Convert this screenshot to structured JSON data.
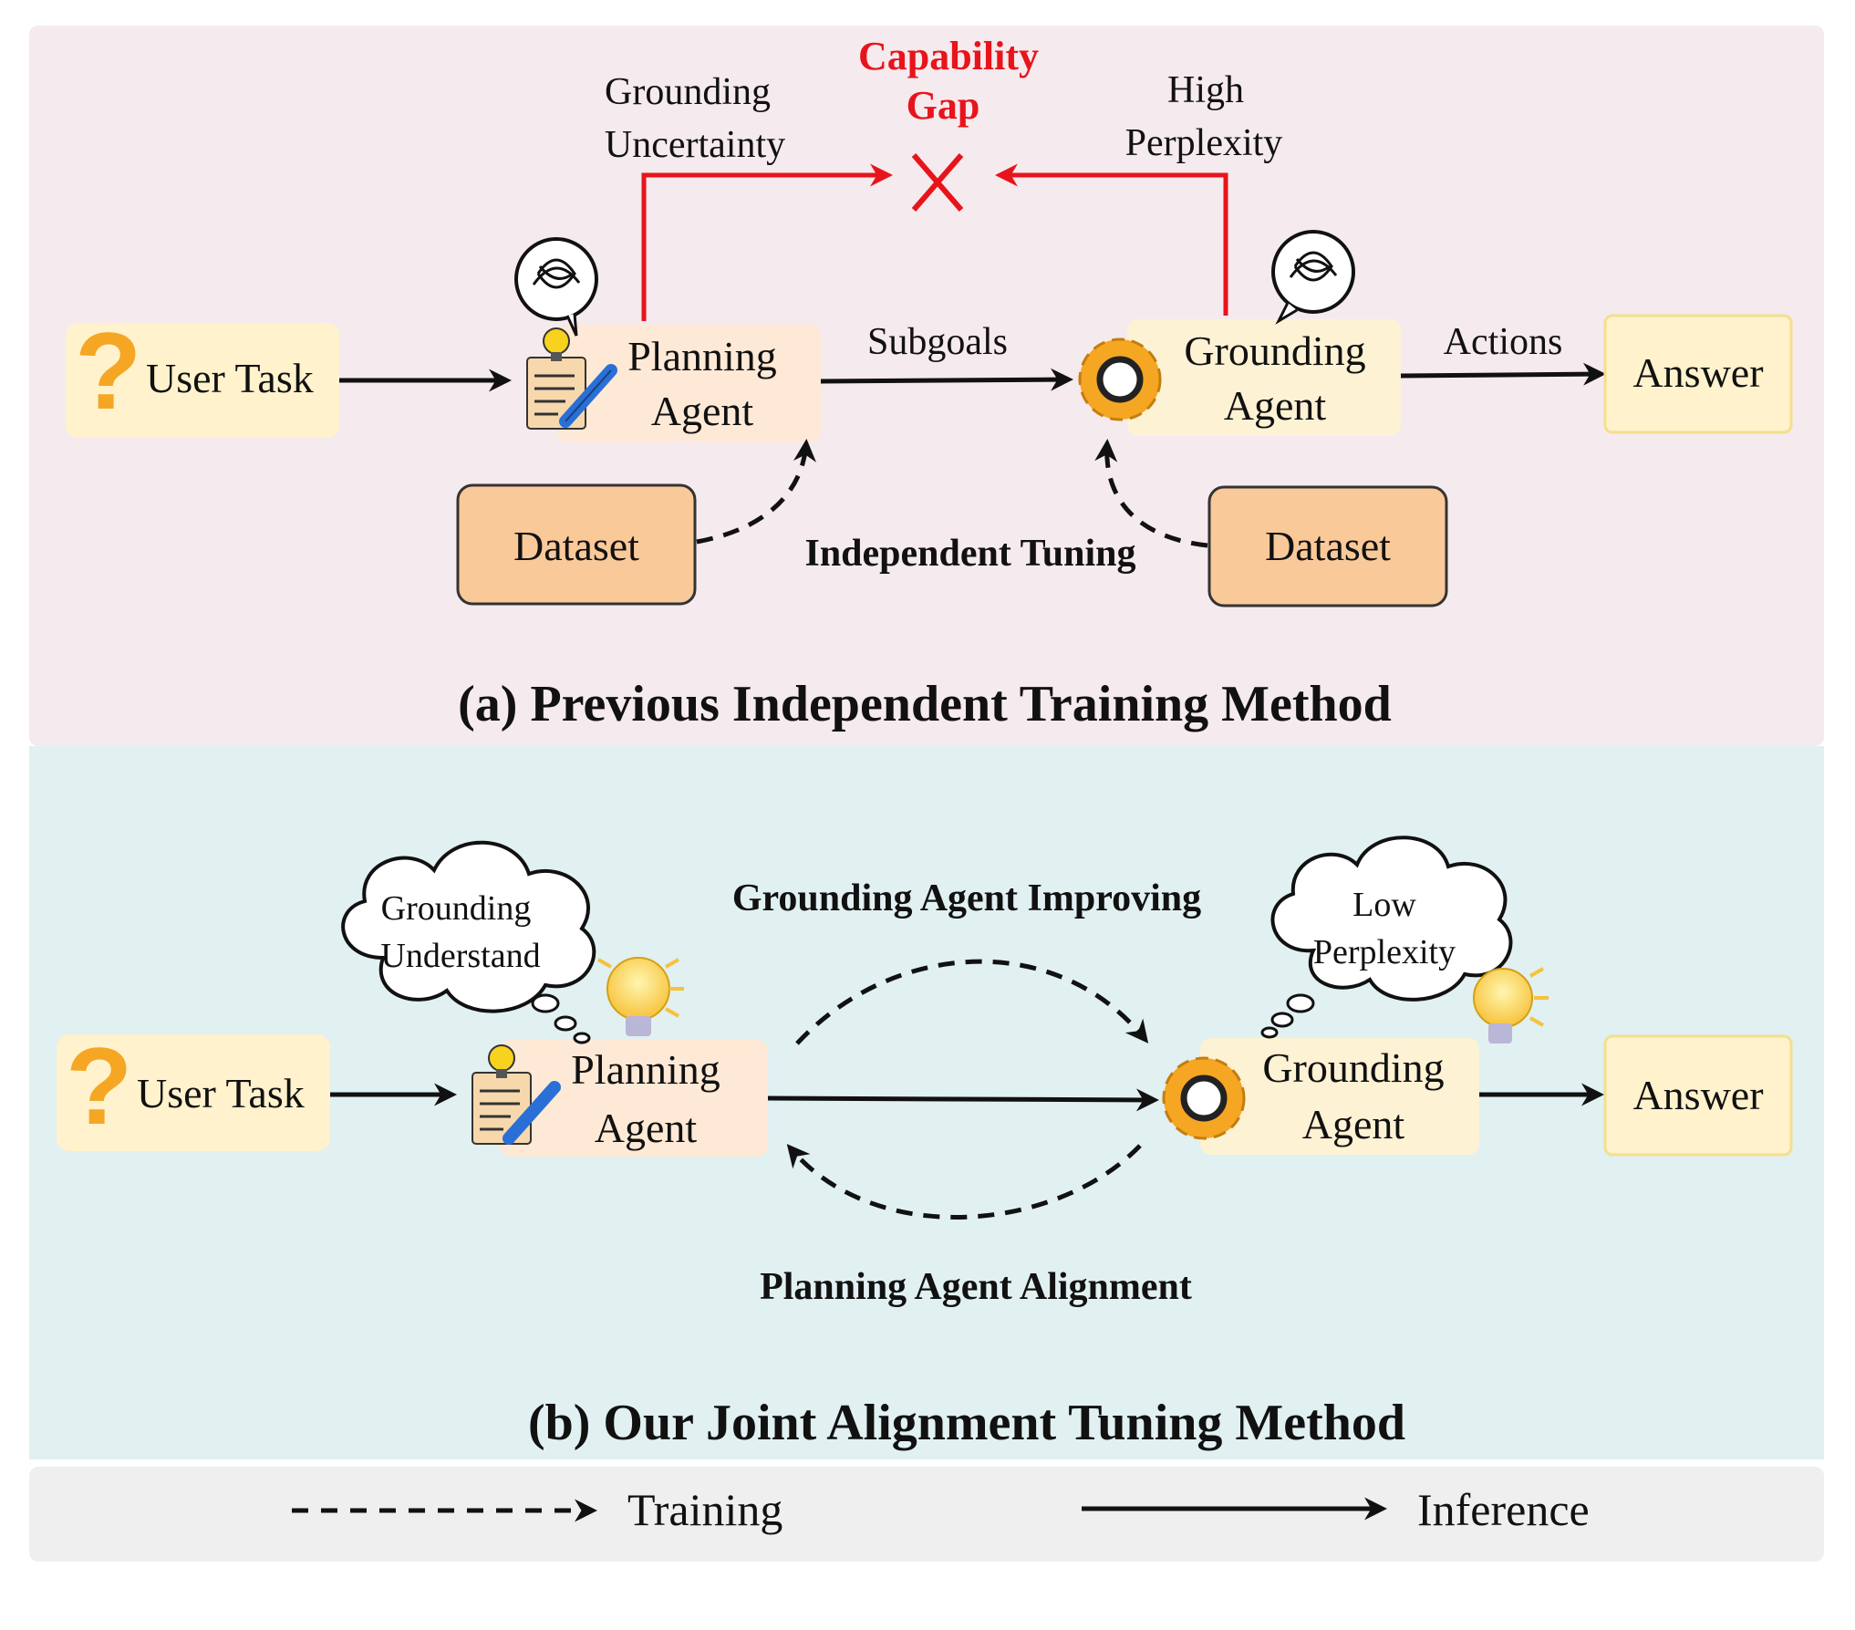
{
  "colors": {
    "panel_a_bg": "#f5eaed",
    "panel_b_bg": "#e1f0f1",
    "legend_bg": "#efefef",
    "agent_box": "#fde9d6",
    "grounding_box": "#fdf2d4",
    "answer_box": "#fff2cc",
    "dataset_box": "#f9c999",
    "gap_red": "#e8141b",
    "arrow": "#111111"
  },
  "panel_a": {
    "caption": "(a) Previous Independent Training Method",
    "user_task": "User Task",
    "planning_agent": [
      "Planning",
      "Agent"
    ],
    "grounding_agent": [
      "Grounding",
      "Agent"
    ],
    "answer": "Answer",
    "subgoals": "Subgoals",
    "actions": "Actions",
    "dataset_left": "Dataset",
    "dataset_right": "Dataset",
    "independent_tuning": "Independent Tuning",
    "capability_gap": [
      "Capability",
      "Gap"
    ],
    "grounding_uncertainty": [
      "Grounding",
      "Uncertainty"
    ],
    "high_perplexity": [
      "High",
      "Perplexity"
    ]
  },
  "panel_b": {
    "caption": "(b) Our Joint Alignment Tuning Method",
    "user_task": "User Task",
    "planning_agent": [
      "Planning",
      "Agent"
    ],
    "grounding_agent": [
      "Grounding",
      "Agent"
    ],
    "answer": "Answer",
    "thought_left": [
      "Grounding",
      "Understand"
    ],
    "thought_right": [
      "Low",
      "Perplexity"
    ],
    "grounding_improving": "Grounding Agent Improving",
    "planning_alignment": "Planning Agent Alignment"
  },
  "legend": {
    "training": "Training",
    "inference": "Inference"
  },
  "icons": [
    "question-mark-icon",
    "notepad-pencil-icon",
    "gear-icon",
    "lightbulb-icon",
    "confused-thought-icon",
    "cross-icon"
  ]
}
